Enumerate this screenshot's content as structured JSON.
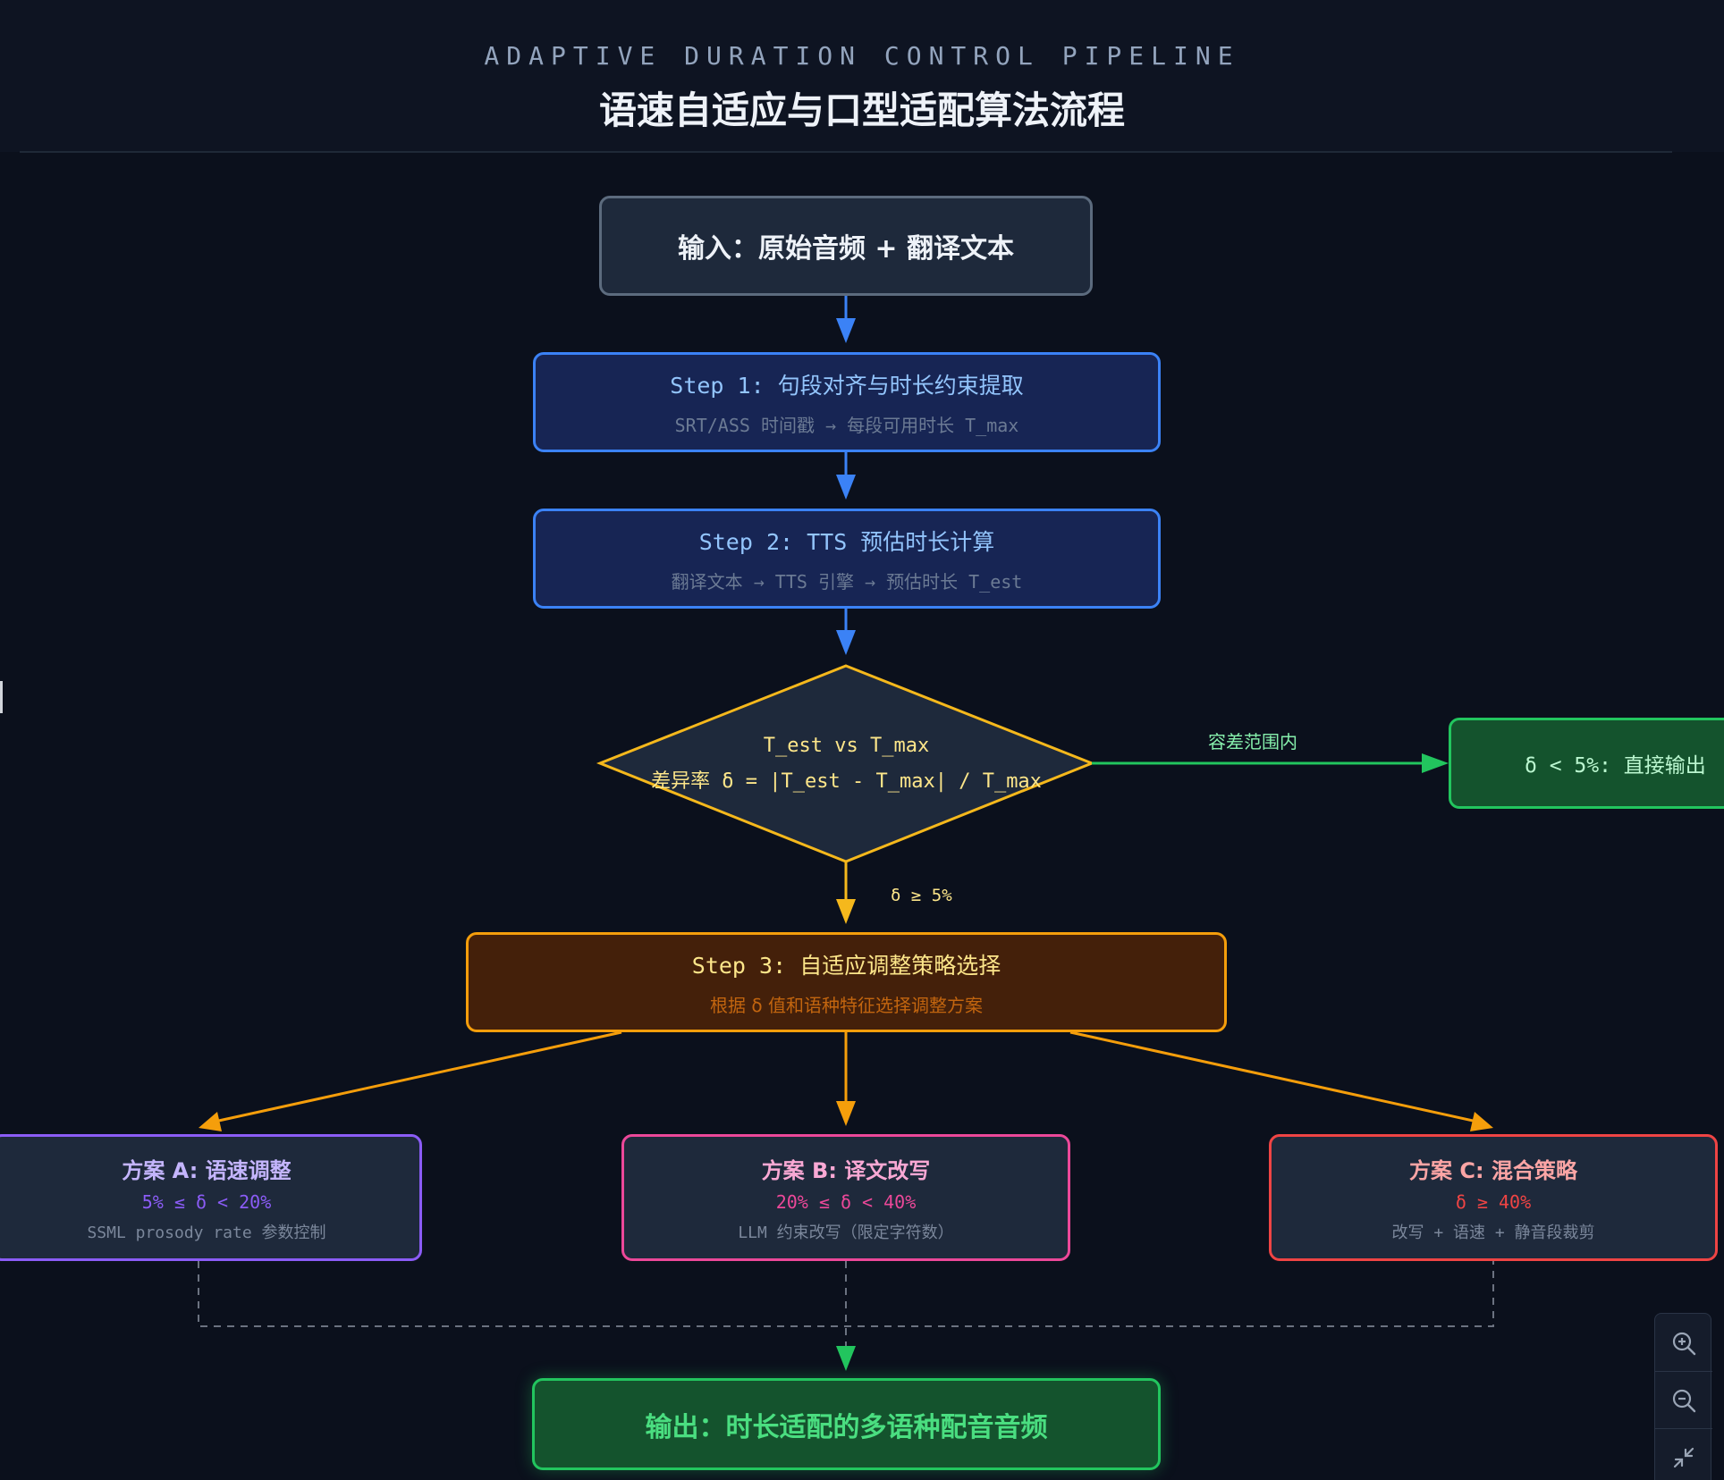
{
  "header": {
    "eyebrow": "ADAPTIVE DURATION CONTROL PIPELINE",
    "title": "语速自适应与口型适配算法流程"
  },
  "nodes": {
    "input": {
      "title": "输入：原始音频 + 翻译文本"
    },
    "step1": {
      "title": "Step 1: 句段对齐与时长约束提取",
      "subtitle": "SRT/ASS 时间戳 → 每段可用时长 T_max"
    },
    "step2": {
      "title": "Step 2: TTS 预估时长计算",
      "subtitle": "翻译文本 → TTS 引擎 → 预估时长 T_est"
    },
    "decision": {
      "line1": "T_est vs T_max",
      "line2": "差异率 δ = |T_est - T_max| / T_max"
    },
    "direct": {
      "title": "δ < 5%: 直接输出"
    },
    "step3": {
      "title": "Step 3: 自适应调整策略选择",
      "subtitle": "根据 δ 值和语种特征选择调整方案"
    },
    "options": [
      {
        "title": "方案 A: 语速调整",
        "range": "5% ≤ δ < 20%",
        "detail": "SSML prosody rate 参数控制",
        "color": "#8b5cf6"
      },
      {
        "title": "方案 B: 译文改写",
        "range": "20% ≤ δ < 40%",
        "detail": "LLM 约束改写（限定字符数）",
        "color": "#ec4899"
      },
      {
        "title": "方案 C: 混合策略",
        "range": "δ ≥ 40%",
        "detail": "改写 + 语速 + 静音段裁剪",
        "color": "#ef4444"
      }
    ],
    "output": {
      "title": "输出：时长适配的多语种配音音频"
    }
  },
  "edges": {
    "tolerance_label": "容差范围内",
    "exceed_label": "δ ≥ 5%"
  },
  "colors": {
    "blue": "#3b82f6",
    "amber": "#f59e0b",
    "green": "#22c55e",
    "gray_dash": "#6b7280"
  },
  "zoom_controls": [
    {
      "icon": "zoom-in-icon"
    },
    {
      "icon": "zoom-out-icon"
    },
    {
      "icon": "fit-view-icon"
    }
  ]
}
